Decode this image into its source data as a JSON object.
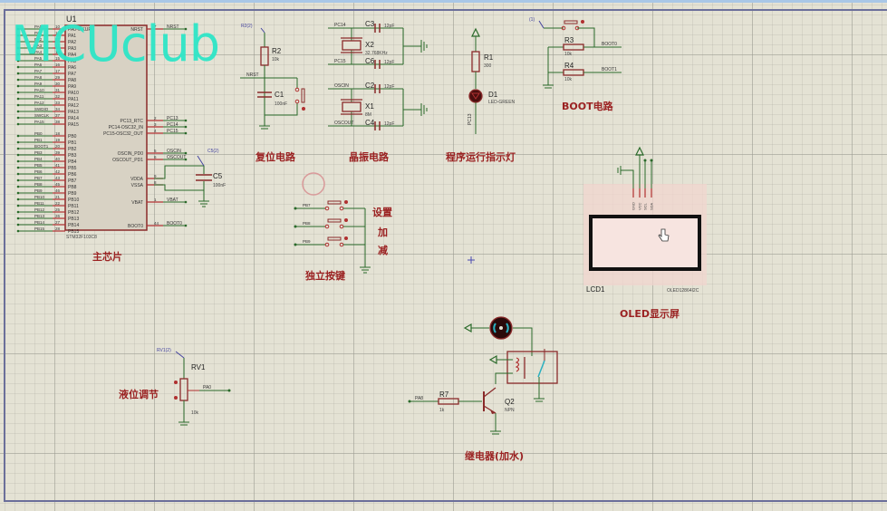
{
  "app": {
    "watermark": "MCUclub"
  },
  "colors": {
    "wire": "#2a6a2a",
    "pin": "#b03030",
    "component": "#8a2a2a",
    "title": "#9b2222",
    "watermark": "#2ee6c7",
    "chip_fill": "#d8d2c4",
    "lcd_fill": "#f7e4e0",
    "lcd_area": "#f1d5cf"
  },
  "sections": {
    "main_chip": "主芯片",
    "reset": "复位电路",
    "crystal": "晶振电路",
    "run_led": "程序运行指示灯",
    "boot": "BOOT电路",
    "oled": "OLED显示屏",
    "buttons": "独立按键",
    "level": "液位调节",
    "relay": "继电器(加水)"
  },
  "u1": {
    "ref": "U1",
    "part": "STM32F103C8",
    "left_pins": [
      {
        "net": "PA0",
        "num": "10",
        "name": "PA0-WKUP"
      },
      {
        "net": "PA1",
        "num": "11",
        "name": "PA1"
      },
      {
        "net": "PA2",
        "num": "12",
        "name": "PA2"
      },
      {
        "net": "PA3",
        "num": "13",
        "name": "PA3"
      },
      {
        "net": "PA4",
        "num": "14",
        "name": "PA4"
      },
      {
        "net": "PA5",
        "num": "15",
        "name": "PA5"
      },
      {
        "net": "PA6",
        "num": "16",
        "name": "PA6"
      },
      {
        "net": "PA7",
        "num": "17",
        "name": "PA7"
      },
      {
        "net": "PA8",
        "num": "29",
        "name": "PA8"
      },
      {
        "net": "PA9",
        "num": "30",
        "name": "PA9"
      },
      {
        "net": "PA10",
        "num": "31",
        "name": "PA10"
      },
      {
        "net": "PA11",
        "num": "32",
        "name": "PA11"
      },
      {
        "net": "PA12",
        "num": "33",
        "name": "PA12"
      },
      {
        "net": "SWDIO",
        "num": "34",
        "name": "PA13"
      },
      {
        "net": "SWCLK",
        "num": "37",
        "name": "PA14"
      },
      {
        "net": "PA15",
        "num": "38",
        "name": "PA15"
      },
      {
        "net": "PB0",
        "num": "18",
        "name": "PB0"
      },
      {
        "net": "PB1",
        "num": "19",
        "name": "PB1"
      },
      {
        "net": "BOOT1",
        "num": "20",
        "name": "PB2"
      },
      {
        "net": "PB3",
        "num": "39",
        "name": "PB3"
      },
      {
        "net": "PB4",
        "num": "40",
        "name": "PB4"
      },
      {
        "net": "PB5",
        "num": "41",
        "name": "PB5"
      },
      {
        "net": "PB6",
        "num": "42",
        "name": "PB6"
      },
      {
        "net": "PB7",
        "num": "43",
        "name": "PB7"
      },
      {
        "net": "PB8",
        "num": "45",
        "name": "PB8"
      },
      {
        "net": "PB9",
        "num": "46",
        "name": "PB9"
      },
      {
        "net": "PB10",
        "num": "21",
        "name": "PB10"
      },
      {
        "net": "PB11",
        "num": "22",
        "name": "PB11"
      },
      {
        "net": "PB12",
        "num": "25",
        "name": "PB12"
      },
      {
        "net": "PB13",
        "num": "26",
        "name": "PB13"
      },
      {
        "net": "PB14",
        "num": "27",
        "name": "PB14"
      },
      {
        "net": "PB15",
        "num": "28",
        "name": "PB15"
      }
    ],
    "right_pins": [
      {
        "name": "NRST",
        "num": "7",
        "net": "NRST"
      },
      {
        "name": "PC13_RTC",
        "num": "2",
        "net": "PC13"
      },
      {
        "name": "PC14-OSC32_IN",
        "num": "3",
        "net": "PC14"
      },
      {
        "name": "PC15-OSC32_OUT",
        "num": "4",
        "net": "PC15"
      },
      {
        "name": "OSCIN_PD0",
        "num": "5",
        "net": "OSCIN"
      },
      {
        "name": "OSCOUT_PD1",
        "num": "6",
        "net": "OSCOUT"
      },
      {
        "name": "VDDA",
        "num": "9",
        "net": ""
      },
      {
        "name": "VSSA",
        "num": "8",
        "net": ""
      },
      {
        "name": "VBAT",
        "num": "1",
        "net": "VBAT"
      },
      {
        "name": "BOOT0",
        "num": "44",
        "net": "BOOT0"
      }
    ]
  },
  "components": {
    "c5": {
      "ref": "C5",
      "value": "100nF",
      "net_label": "C5(2)"
    },
    "r2": {
      "ref": "R2",
      "value": "10k",
      "net_label": "R2(2)"
    },
    "c1": {
      "ref": "C1",
      "value": "100nF",
      "net": "NRST"
    },
    "x2": {
      "ref": "X2",
      "value": "32.768KHz",
      "net_top": "PC14",
      "net_bot": "PC15"
    },
    "c3": {
      "ref": "C3",
      "value": "12pF"
    },
    "c6": {
      "ref": "C6",
      "value": "12pF"
    },
    "x1": {
      "ref": "X1",
      "value": "8M",
      "net_top": "OSCIN",
      "net_bot": "OSCOUT"
    },
    "c2": {
      "ref": "C2",
      "value": "12pF"
    },
    "c4": {
      "ref": "C4",
      "value": "12pF"
    },
    "r1": {
      "ref": "R1",
      "value": "300"
    },
    "d1": {
      "ref": "D1",
      "value": "LED-GREEN",
      "net": "PC13"
    },
    "r3": {
      "ref": "R3",
      "value": "10k",
      "net": "BOOT0"
    },
    "r4": {
      "ref": "R4",
      "value": "10k",
      "net": "BOOT1"
    },
    "boot_sw": {
      "net_label": "(1)"
    },
    "lcd1": {
      "ref": "LCD1",
      "part": "OLED12864I2C",
      "pins": [
        "GND",
        "VCC",
        "SCL",
        "SDA"
      ]
    },
    "buttons": [
      {
        "net": "PB7",
        "label": "设置"
      },
      {
        "net": "PB8",
        "label": "加"
      },
      {
        "net": "PB9",
        "label": "减"
      }
    ],
    "rv1": {
      "ref": "RV1",
      "value": "10k",
      "net": "PA0",
      "net_label": "RV1(2)"
    },
    "r7": {
      "ref": "R7",
      "value": "1k",
      "net": "PA8"
    },
    "q2": {
      "ref": "Q2",
      "value": "NPN"
    }
  }
}
